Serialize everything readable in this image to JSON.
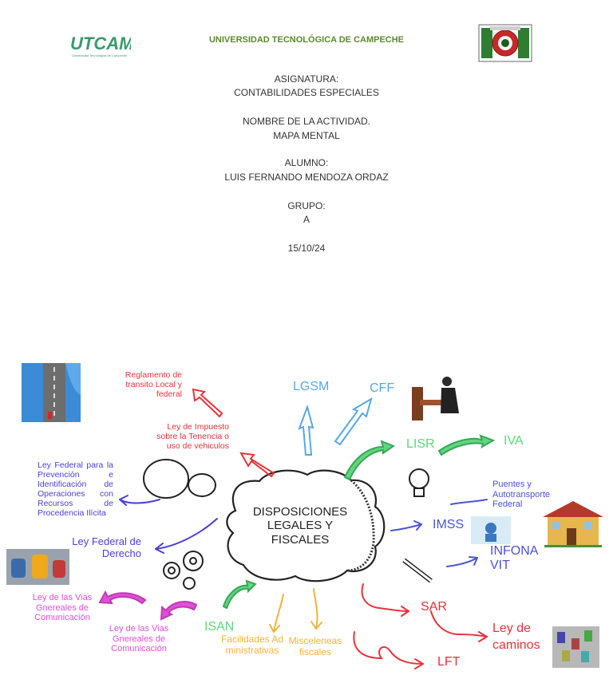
{
  "header": {
    "logo_text": "UTCAM",
    "logo_subtext": "Universidad Tecnológica de Campeche",
    "university": "UNIVERSIDAD TECNOLÓGICA DE CAMPECHE"
  },
  "cover": {
    "subject_label": "ASIGNATURA:",
    "subject": "CONTABILIDADES ESPECIALES",
    "activity_label": "NOMBRE DE LA ACTIVIDAD.",
    "activity": "MAPA MENTAL",
    "student_label": "ALUMNO:",
    "student": "LUIS FERNANDO MENDOZA ORDAZ",
    "group_label": "GRUPO:",
    "group": "A",
    "date": "15/10/24"
  },
  "mindmap": {
    "center": "DISPOSICIONES LEGALES Y FISCALES",
    "nodes": {
      "reglamento": "Reglamento de transito Local y federal",
      "tenencia": "Ley de Impuesto sobre la Tenencia o uso de vehiculos",
      "prevencion": "Ley Federal para la Prevención e Identificación de Operaciones con Recursos de Procedencia Ilícita",
      "derecho": "Ley Federal de Derecho",
      "vias1": "Ley de las Vias Gnereales de Comunicación",
      "vias2": "Ley de las Vias Gnereales de Comunicación",
      "isan": "ISAN",
      "facilidades": "Facilidades Administrativas",
      "misceleneas": "Misceleneas fiscales",
      "lgsm": "LGSM",
      "cff": "CFF",
      "lisr": "LISR",
      "iva": "IVA",
      "puentes": "Puentes y Autotransporte Federal",
      "imss": "IMSS",
      "infonavit": "INFONAVIT",
      "sar": "SAR",
      "lft": "LFT",
      "caminos": "Ley de caminos"
    }
  },
  "colors": {
    "red": "#e8333a",
    "blue": "#4a3fd9",
    "sky": "#58a8e6",
    "green": "#5fd77b",
    "pink": "#e050d6",
    "orange": "#f2b33a",
    "header_green": "#5a8a2a"
  }
}
